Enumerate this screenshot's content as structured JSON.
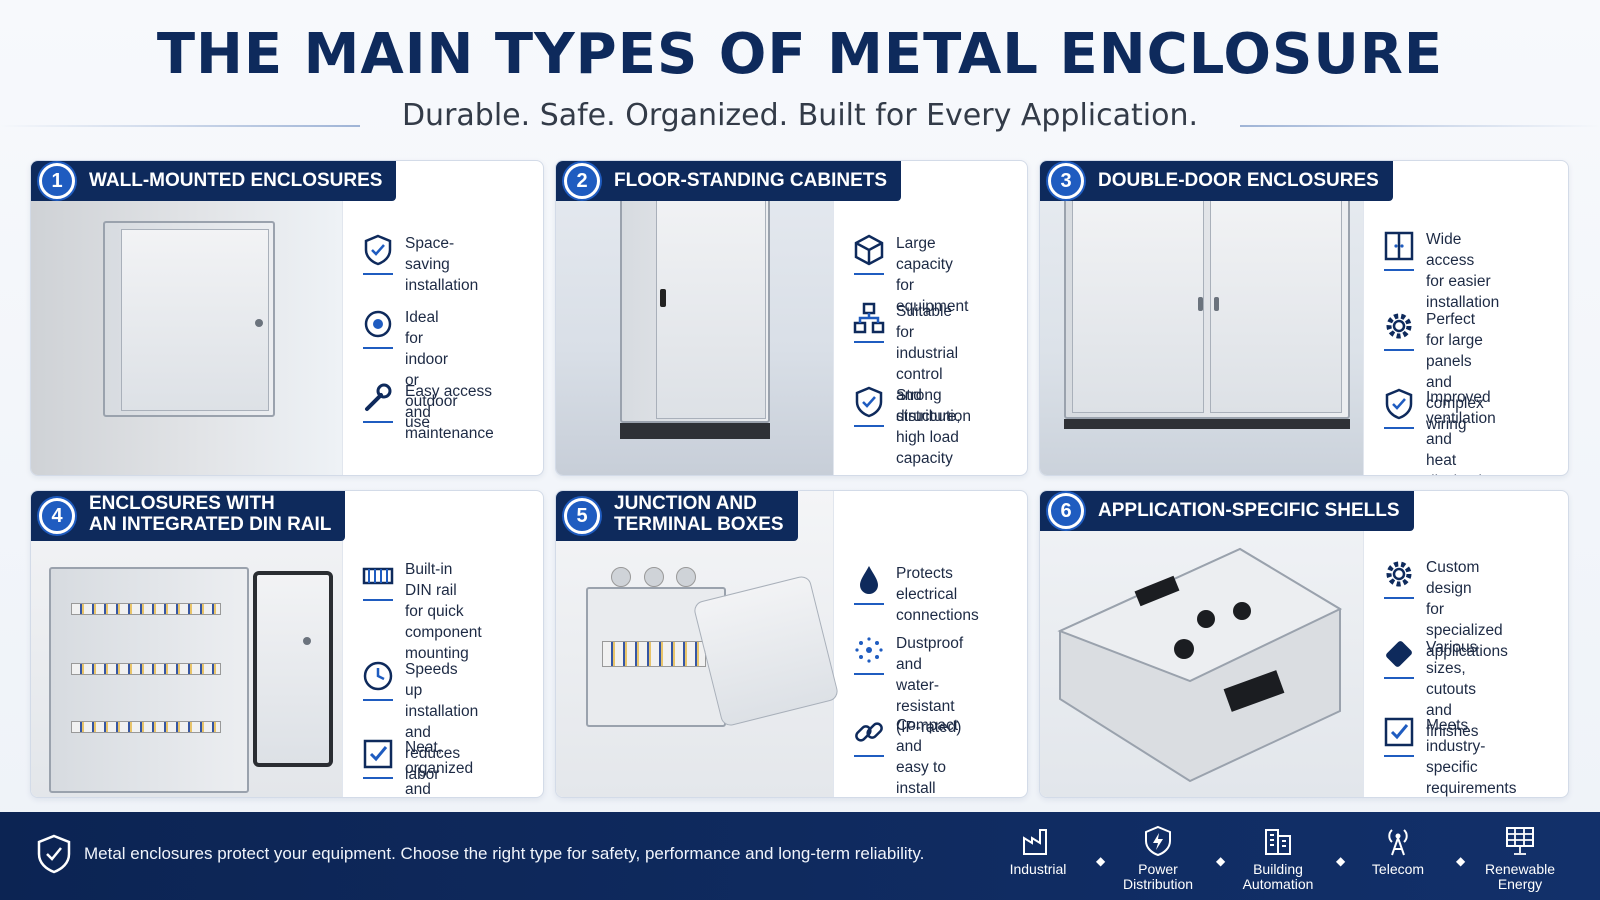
{
  "header": {
    "title": "THE MAIN TYPES OF METAL ENCLOSURE",
    "subtitle": "Durable. Safe. Organized. Built for Every Application."
  },
  "cards": [
    {
      "num": "1",
      "title": "WALL-MOUNTED ENCLOSURES",
      "features": [
        {
          "icon": "shield-check-icon",
          "text": "Space-saving\ninstallation"
        },
        {
          "icon": "gear-badge-icon",
          "text": "Ideal for indoor\nor outdoor use"
        },
        {
          "icon": "wrench-icon",
          "text": "Easy access\nand maintenance"
        }
      ]
    },
    {
      "num": "2",
      "title": "FLOOR-STANDING CABINETS",
      "features": [
        {
          "icon": "cube-icon",
          "text": "Large capacity\nfor equipment"
        },
        {
          "icon": "network-icon",
          "text": "Suitable for\nindustrial control\nand distribution"
        },
        {
          "icon": "shield-check-icon",
          "text": "Strong structure,\nhigh load capacity"
        }
      ]
    },
    {
      "num": "3",
      "title": "DOUBLE-DOOR ENCLOSURES",
      "features": [
        {
          "icon": "double-door-icon",
          "text": "Wide access\nfor easier\ninstallation"
        },
        {
          "icon": "gear-icon",
          "text": "Perfect for large\npanels and\ncomplex wiring"
        },
        {
          "icon": "shield-check-icon",
          "text": "Improved\nventilation and\nheat dissipation"
        }
      ]
    },
    {
      "num": "4",
      "title": "ENCLOSURES WITH\nAN INTEGRATED DIN RAIL",
      "features": [
        {
          "icon": "din-rail-icon",
          "text": "Built-in DIN rail\nfor quick\ncomponent\nmounting"
        },
        {
          "icon": "clock-icon",
          "text": "Speeds up\ninstallation and\nreduces labor"
        },
        {
          "icon": "checkbox-icon",
          "text": "Neat, organized\nand reliable"
        }
      ]
    },
    {
      "num": "5",
      "title": "JUNCTION AND\nTERMINAL BOXES",
      "features": [
        {
          "icon": "water-drop-icon",
          "text": "Protects electrical\nconnections"
        },
        {
          "icon": "dust-icon",
          "text": "Dustproof and\nwater-resistant\n(IP-rated)"
        },
        {
          "icon": "link-icon",
          "text": "Compact and\neasy to install"
        }
      ]
    },
    {
      "num": "6",
      "title": "APPLICATION-SPECIFIC SHELLS",
      "features": [
        {
          "icon": "gear-icon",
          "text": "Custom design\nfor specialized\napplications"
        },
        {
          "icon": "tag-icon",
          "text": "Various sizes,\ncutouts and\nfinishes"
        },
        {
          "icon": "checkbox-icon",
          "text": "Meets industry-\nspecific\nrequirements"
        }
      ]
    }
  ],
  "footer": {
    "message": "Metal enclosures protect your equipment. Choose the right type for safety, performance and long-term reliability.",
    "applications": [
      {
        "icon": "factory-icon",
        "label": "Industrial"
      },
      {
        "icon": "power-icon",
        "label": "Power\nDistribution"
      },
      {
        "icon": "building-icon",
        "label": "Building\nAutomation"
      },
      {
        "icon": "antenna-icon",
        "label": "Telecom"
      },
      {
        "icon": "solar-panel-icon",
        "label": "Renewable\nEnergy"
      }
    ]
  },
  "colors": {
    "navy": "#0e2a5c",
    "accent": "#1f5cc0",
    "footer": "#0c2453"
  }
}
